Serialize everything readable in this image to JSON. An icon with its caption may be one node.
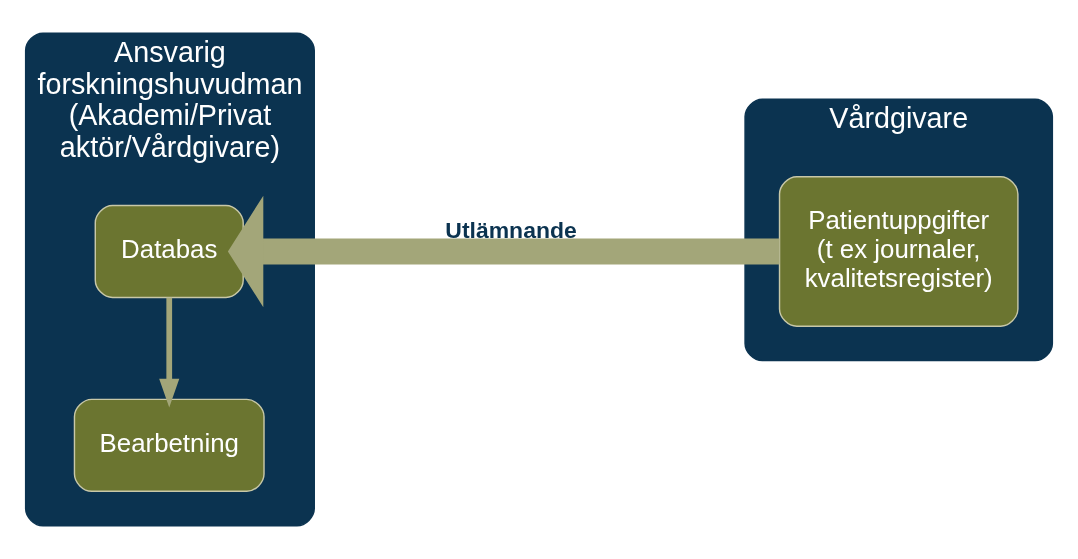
{
  "diagram": {
    "nodes": [
      {
        "text": [
          "Ansvarig forskningshuvudman (Akademi/Privat aktör/Vårdgivare)"
        ]
      },
      {
        "text": [
          "Databas"
        ],
        "in": 0
      },
      {
        "text": [
          "Bearbetning"
        ],
        "in": 0
      },
      {
        "text": [
          "Vårdgivare"
        ]
      },
      {
        "text": [
          "Patientuppgifter (t ex journaler, kvalitetsregister)"
        ],
        "in": 3
      }
    ],
    "edges": [
      {
        "from": 4,
        "to": 1,
        "arrow": "to",
        "label": "Utlämnande",
        "style": "thick"
      },
      {
        "from": 1,
        "to": 2,
        "arrow": "to"
      }
    ]
  }
}
